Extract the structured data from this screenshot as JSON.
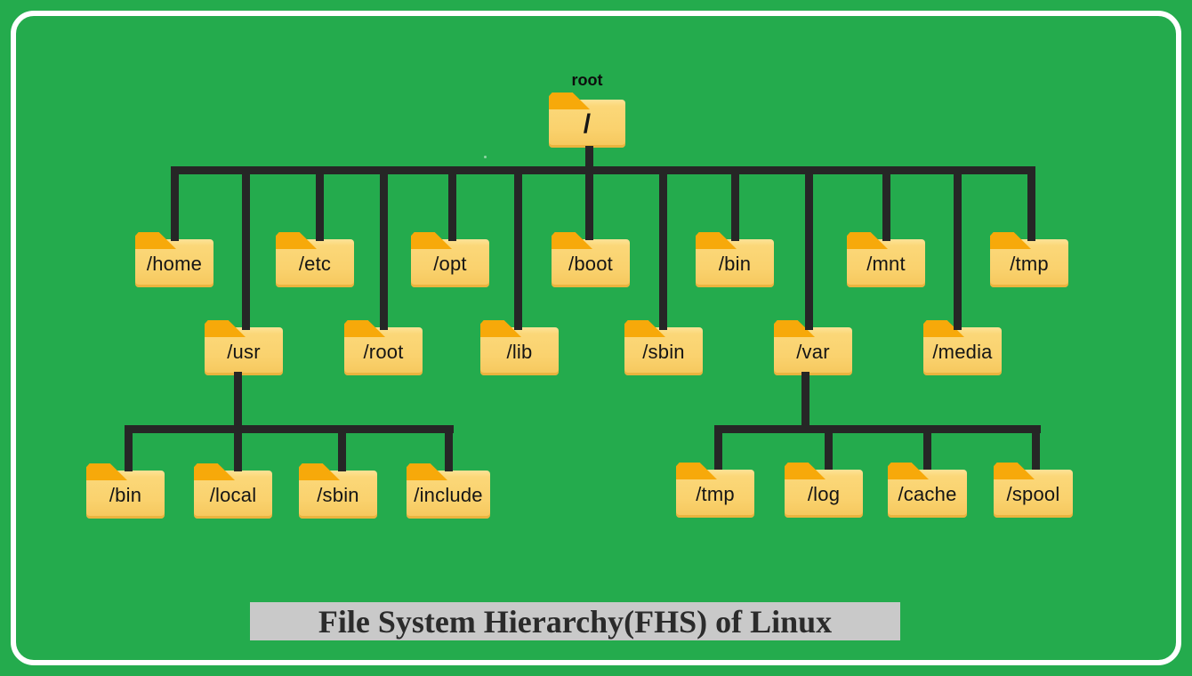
{
  "title": {
    "text": "File System Hierarchy(FHS) of Linux"
  },
  "tree": {
    "root": {
      "label": "root",
      "slash": "/"
    },
    "children": [
      {
        "label": "/home"
      },
      {
        "label": "/usr",
        "children": [
          {
            "label": "/bin"
          },
          {
            "label": "/local"
          },
          {
            "label": "/sbin"
          },
          {
            "label": "/include"
          }
        ]
      },
      {
        "label": "/etc"
      },
      {
        "label": "/root"
      },
      {
        "label": "/opt"
      },
      {
        "label": "/lib"
      },
      {
        "label": "/boot"
      },
      {
        "label": "/sbin"
      },
      {
        "label": "/bin"
      },
      {
        "label": "/var",
        "children": [
          {
            "label": "/tmp"
          },
          {
            "label": "/log"
          },
          {
            "label": "/cache"
          },
          {
            "label": "/spool"
          }
        ]
      },
      {
        "label": "/mnt"
      },
      {
        "label": "/media"
      },
      {
        "label": "/tmp"
      }
    ]
  },
  "colors": {
    "background": "#24ab4d",
    "border": "#ffffff",
    "connector": "#262626",
    "folder_body": "#fad26e",
    "folder_tab": "#f7a90a",
    "title_bg": "#c9c9c9",
    "title_text": "#2b2b2b"
  }
}
